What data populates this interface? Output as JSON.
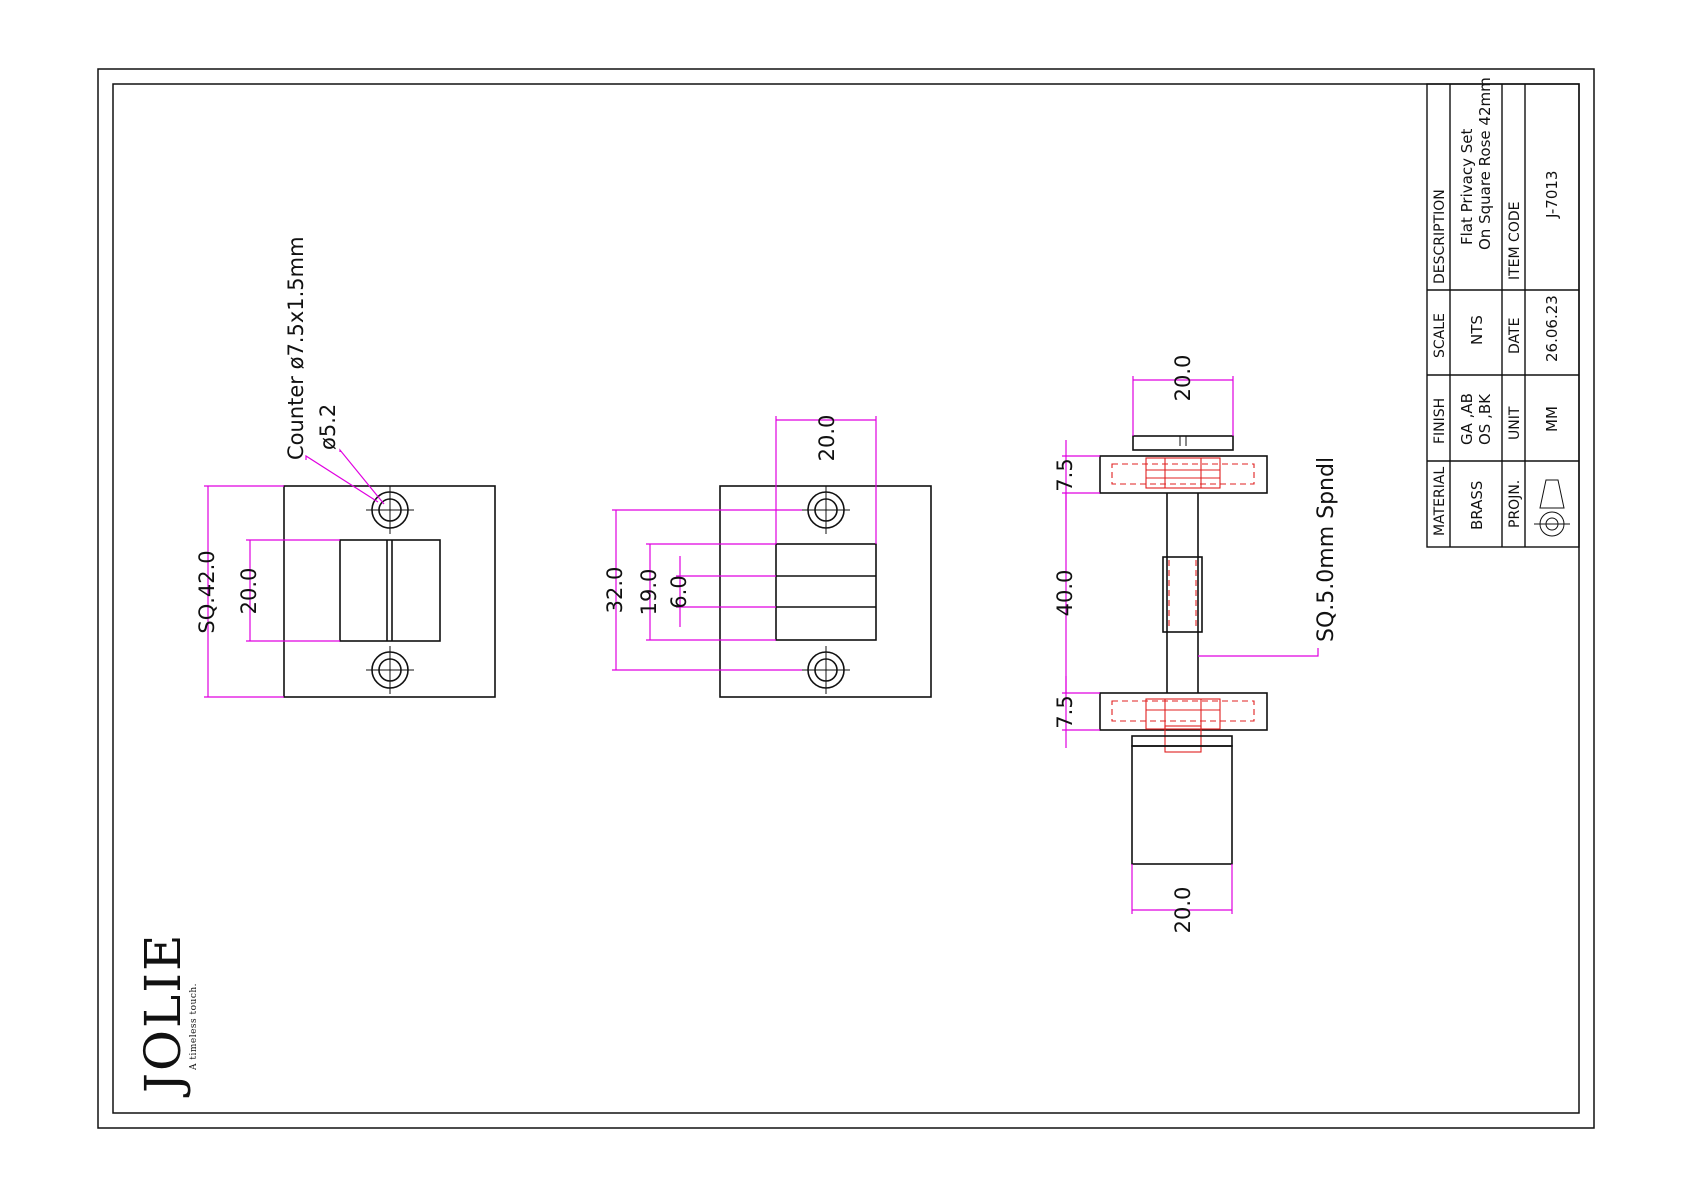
{
  "brand": {
    "logo": "JOLIE",
    "tagline": "A timeless touch."
  },
  "title_block": {
    "headers": {
      "material": "MATERIAL",
      "finish": "FINISH",
      "scale": "SCALE",
      "description": "DESCRIPTION",
      "projection": "PROJN.",
      "unit": "UNIT",
      "date": "DATE",
      "item_code": "ITEM CODE"
    },
    "values": {
      "material": "BRASS",
      "finish_line1": "GA ,AB",
      "finish_line2": "OS ,BK",
      "scale": "NTS",
      "description_line1": "Flat Privacy Set",
      "description_line2": "On Square Rose 42mm",
      "unit": "MM",
      "date": "26.06.23",
      "item_code": "J-7013"
    }
  },
  "view1": {
    "dim_sq": "SQ.42.0",
    "dim_20": "20.0",
    "note_counter": "Counter  ø7.5x1.5mm",
    "note_hole": "ø5.2"
  },
  "view2": {
    "dim_top": "20.0",
    "dim_32": "32.0",
    "dim_19": "19.0",
    "dim_6": "6.0"
  },
  "view3": {
    "dim_top": "20.0",
    "dim_75_top": "7.5",
    "dim_40": "40.0",
    "dim_75_bottom": "7.5",
    "dim_bottom": "20.0",
    "spindle_note": "SQ.5.0mm  Spndl"
  },
  "colors": {
    "dimension": "#e000e0",
    "hidden": "#e02020",
    "line": "#111111"
  }
}
